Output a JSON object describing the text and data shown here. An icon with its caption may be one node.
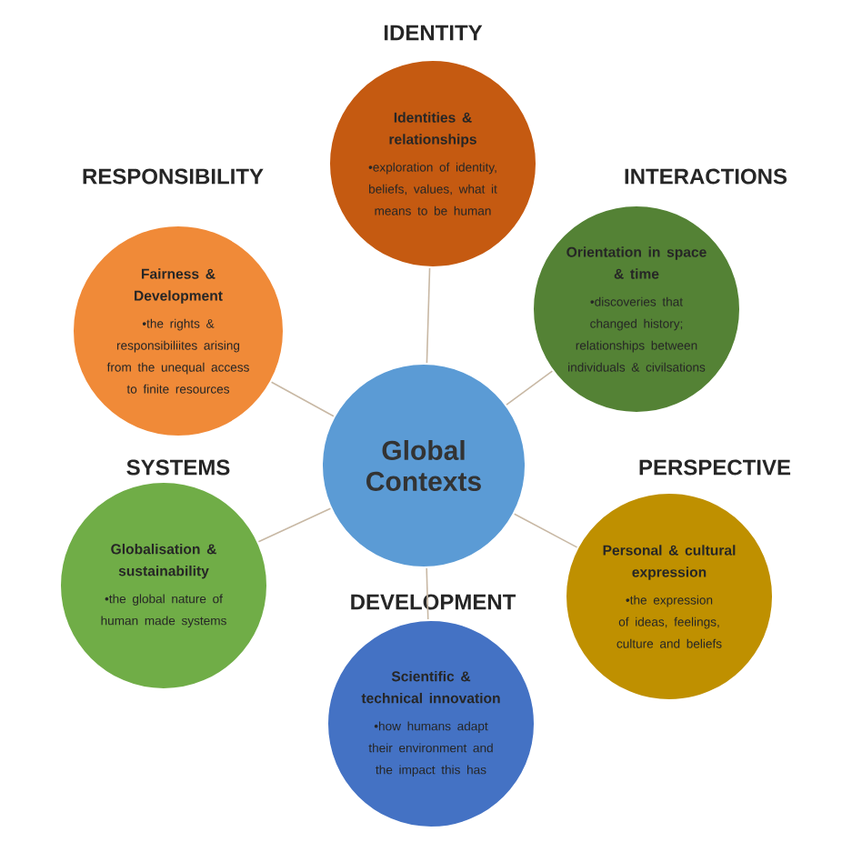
{
  "diagram": {
    "nodes": [
      {
        "text": [
          "Global Contexts"
        ]
      },
      {
        "text": [
          "IDENTITY",
          "Identities & relationships",
          "•exploration of identity, beliefs, values, what it means to be human"
        ]
      },
      {
        "text": [
          "RESPONSIBILITY",
          "Fairness & Development",
          "•the rights & responsibiliites arising from the unequal access to finite resources"
        ]
      },
      {
        "text": [
          "INTERACTIONS",
          "Orientation in space & time",
          "•discoveries that changed history; relationships between individuals & civilsations"
        ]
      },
      {
        "text": [
          "SYSTEMS",
          "Globalisation & sustainability",
          "•the global nature of human made systems"
        ]
      },
      {
        "text": [
          "PERSPECTIVE",
          "Personal & cultural expression",
          "•the expression of ideas, feelings, culture and beliefs"
        ]
      },
      {
        "text": [
          "DEVELOPMENT",
          "Scientific & technical innovation",
          "•how humans adapt their environment and the impact this has"
        ]
      }
    ],
    "edges": [
      {
        "from": 0,
        "to": 1,
        "arrow": "none"
      },
      {
        "from": 0,
        "to": 2,
        "arrow": "none"
      },
      {
        "from": 0,
        "to": 3,
        "arrow": "none"
      },
      {
        "from": 0,
        "to": 4,
        "arrow": "none"
      },
      {
        "from": 0,
        "to": 5,
        "arrow": "none"
      },
      {
        "from": 0,
        "to": 6,
        "arrow": "none"
      }
    ]
  }
}
